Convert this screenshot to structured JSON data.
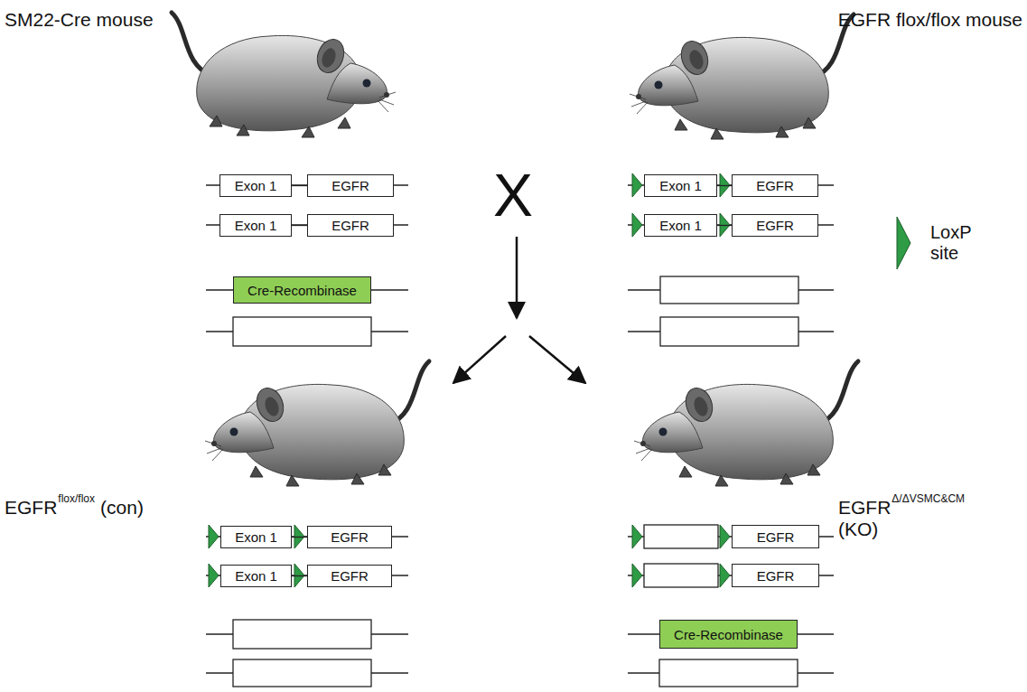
{
  "diagram": {
    "nodes": [
      {
        "text": [
          "Exon 1"
        ]
      },
      {
        "text": [
          "EGFR"
        ]
      },
      {
        "text": [
          "Exon 1"
        ]
      },
      {
        "text": [
          "EGFR"
        ]
      },
      {
        "text": [
          "Cre-Recombinase"
        ]
      },
      {
        "text": [
          "Exon 1"
        ]
      },
      {
        "text": [
          "EGFR"
        ]
      },
      {
        "text": [
          "Exon 1"
        ]
      },
      {
        "text": [
          "EGFR"
        ]
      },
      {
        "text": [
          "Exon 1"
        ]
      },
      {
        "text": [
          "EGFR"
        ]
      },
      {
        "text": [
          "Exon 1"
        ]
      },
      {
        "text": [
          "EGFR"
        ]
      },
      {
        "text": [
          "EGFR"
        ]
      },
      {
        "text": [
          "EGFR"
        ]
      },
      {
        "text": [
          "Cre-Recombinase"
        ]
      }
    ],
    "edges": [
      {
        "from": 0,
        "to": 1,
        "arrow": "none"
      },
      {
        "from": 2,
        "to": 3,
        "arrow": "none"
      },
      {
        "from": 5,
        "to": 6,
        "arrow": "none"
      },
      {
        "from": 7,
        "to": 8,
        "arrow": "none"
      },
      {
        "from": 9,
        "to": 10,
        "arrow": "none"
      },
      {
        "from": 11,
        "to": 12,
        "arrow": "none"
      }
    ],
    "labels": [
      "SM22-Cre mouse",
      "EGFR flox/flox mouse",
      "X",
      "EGFR",
      "flox/flox",
      "(con)",
      "EGFR",
      "Δ/ΔVSMC&CM",
      "(KO)"
    ],
    "legend": [
      {
        "text": "LoxP site"
      }
    ]
  }
}
